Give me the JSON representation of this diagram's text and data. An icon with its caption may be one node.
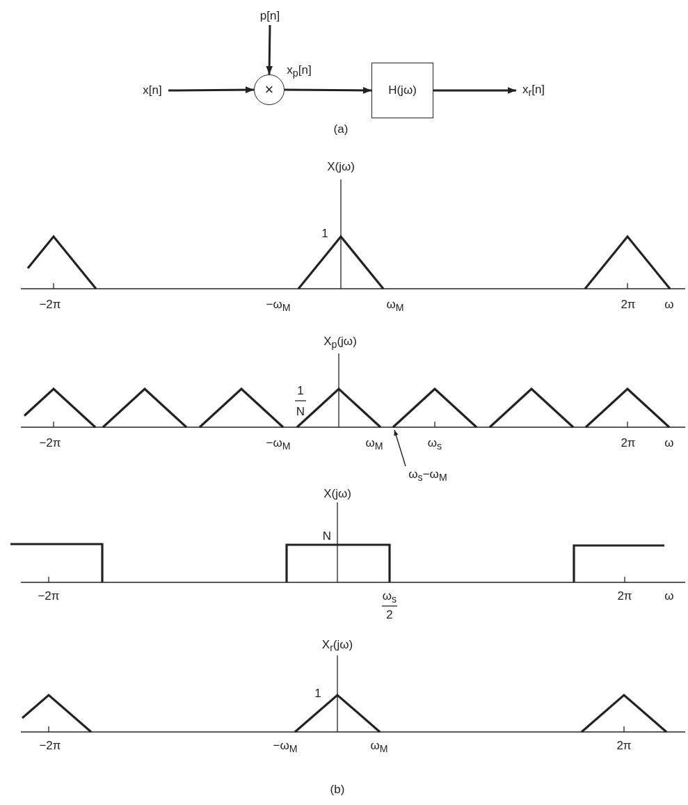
{
  "diagram": {
    "nodes": [
      {
        "text": [
          "x[n]"
        ]
      },
      {
        "text": [
          "p[n]"
        ]
      },
      {
        "text": [
          "×"
        ]
      },
      {
        "text": [
          "H(jω)"
        ]
      },
      {
        "text": [
          "x$_{r}$[n]"
        ]
      },
      {
        "text": [
          "ω$_{s}$−ω$_{M}$"
        ]
      },
      {
        "text": [],
        "shape": "picture"
      }
    ],
    "edges": [
      {
        "from": 0,
        "to": 2,
        "arrow": "to"
      },
      {
        "from": 1,
        "to": 2,
        "arrow": "to"
      },
      {
        "from": 2,
        "to": 3,
        "label": "x$_{p}$[n]",
        "arrow": "to"
      },
      {
        "from": 3,
        "to": 4,
        "arrow": "to"
      },
      {
        "from": 5,
        "to": 6,
        "arrow": "to"
      }
    ],
    "labels": [
      "(a)",
      "X(jω)",
      "1",
      "−2π",
      "−ω$_{M}$",
      "ω$_{M}$",
      "2π",
      "ω",
      "X$_{p}$(jω)",
      "1",
      "N",
      "−2π",
      "−ω$_{M}$",
      "ω$_{M}$",
      "ω$_{s}$",
      "2π",
      "ω",
      "X(jω)",
      "N",
      "−2π",
      "ω$_{s}$",
      "2",
      "2π",
      "ω",
      "X$_{r}$(jω)",
      "1",
      "−2π",
      "−ω$_{M}$",
      "ω$_{M}$",
      "2π",
      "(b)"
    ]
  }
}
